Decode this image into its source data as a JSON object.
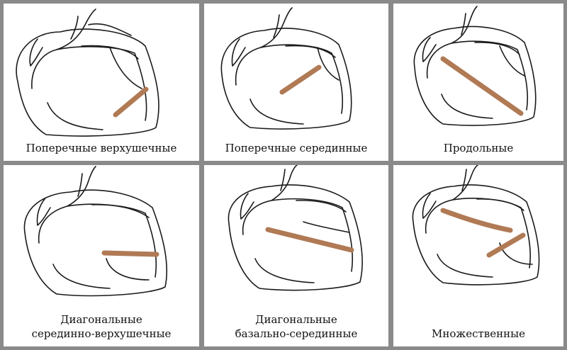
{
  "incision_color": "#b07a55",
  "panels": [
    {
      "caption_lines": [
        "Поперечные верхушечные"
      ]
    },
    {
      "caption_lines": [
        "Поперечные серединные"
      ]
    },
    {
      "caption_lines": [
        "Продольные"
      ]
    },
    {
      "caption_lines": [
        "Диагональные",
        "серединно-верхушечные"
      ]
    },
    {
      "caption_lines": [
        "Диагональные",
        "базально-серединные"
      ]
    },
    {
      "caption_lines": [
        "Множественные"
      ]
    }
  ]
}
